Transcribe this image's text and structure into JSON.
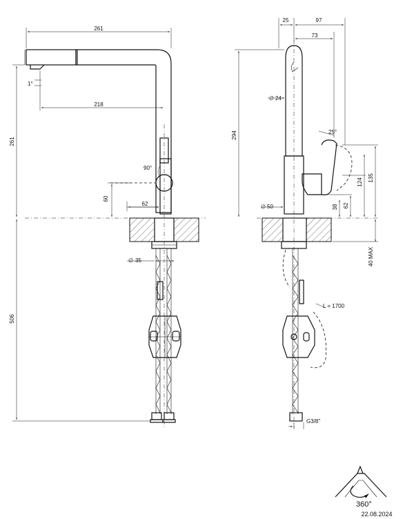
{
  "dims": {
    "front_width": "261",
    "front_reach": "218",
    "front_height": "261",
    "angle_tilt": "1°",
    "angle_handle": "90°",
    "handle_height": "60",
    "handle_offset": "62",
    "hole_diameter": "35",
    "hose_length_front": "506",
    "side_depth_1": "25",
    "side_depth_2": "97",
    "side_depth_3": "73",
    "spout_diameter": "24",
    "lever_angle": "25°",
    "side_height": "294",
    "side_base_diameter": "50",
    "dim_124": "124",
    "dim_135": "135",
    "dim_38": "38",
    "dim_62": "62",
    "max_thickness": "40 MAX",
    "hose_length": "L = 1700",
    "thread": "G3/8\""
  },
  "diameter_symbol": "∅",
  "rotation_label": "360°",
  "date": "22.08.2024"
}
